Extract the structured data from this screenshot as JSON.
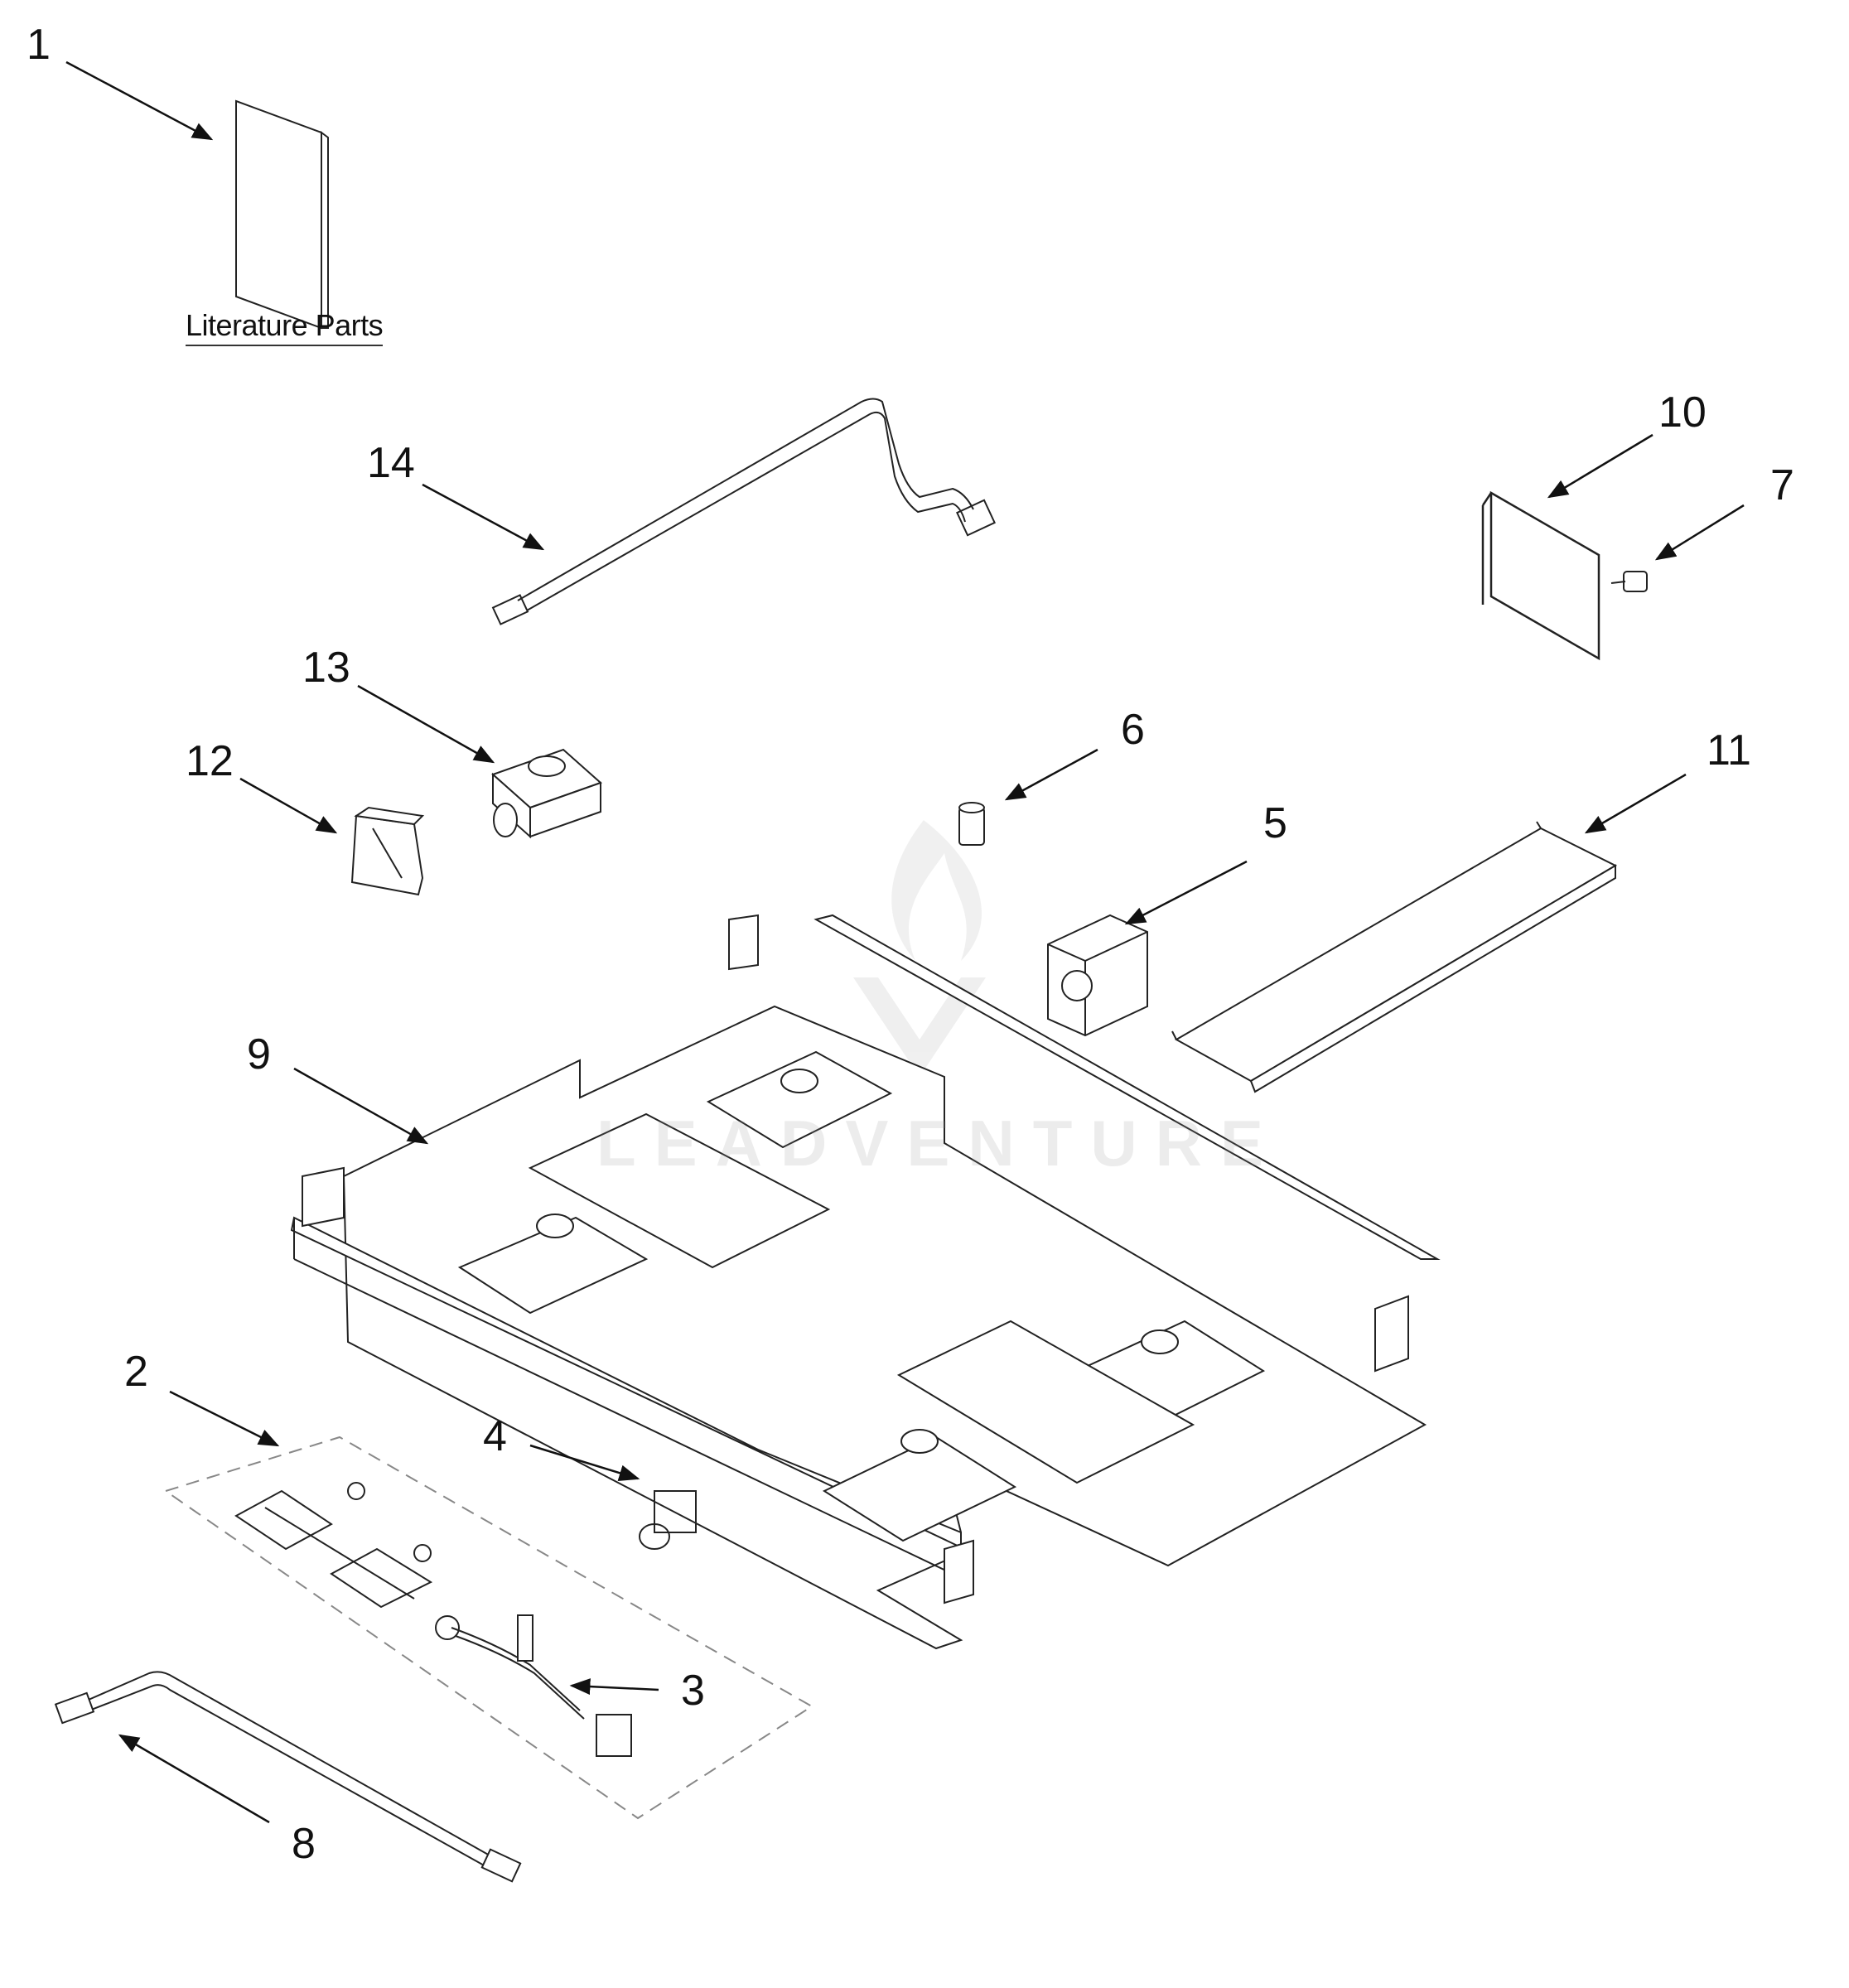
{
  "callouts": {
    "c1": "1",
    "c2": "2",
    "c3": "3",
    "c4": "4",
    "c5": "5",
    "c6": "6",
    "c7": "7",
    "c8": "8",
    "c9": "9",
    "c10": "10",
    "c11": "11",
    "c12": "12",
    "c13": "13",
    "c14": "14"
  },
  "literature_label": "Literature Parts",
  "watermark": "LEADVENTURE",
  "colors": {
    "line": "#1a1a1a",
    "watermark": "#cccccc"
  }
}
